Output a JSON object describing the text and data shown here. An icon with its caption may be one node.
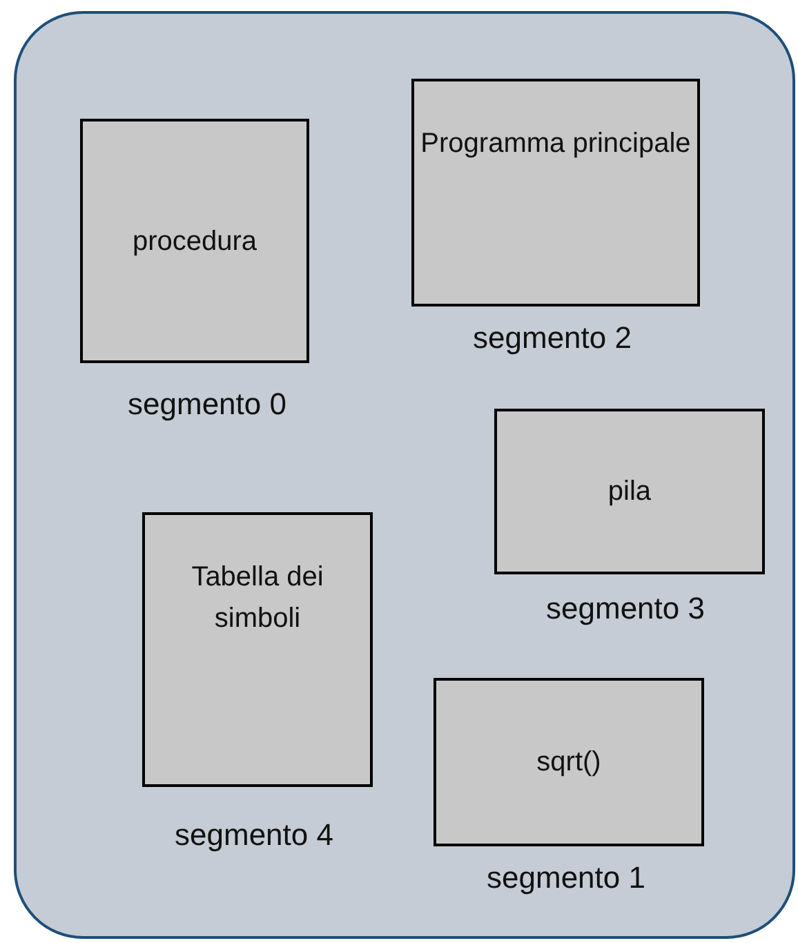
{
  "diagram": {
    "nodes": [
      {
        "text": [],
        "shape": "box"
      },
      {
        "text": [
          "Programma principale"
        ],
        "in": 0,
        "beside": [
          "segmento 2"
        ]
      },
      {
        "text": [
          "procedura"
        ],
        "in": 0,
        "beside": [
          "segmento 0"
        ]
      },
      {
        "text": [
          "pila"
        ],
        "in": 0,
        "beside": [
          "segmento 3"
        ]
      },
      {
        "text": [
          "Tabella dei simboli"
        ],
        "in": 0,
        "beside": [
          "segmento 4"
        ]
      },
      {
        "text": [
          "sqrt()"
        ],
        "in": 0,
        "beside": [
          "segmento 1"
        ]
      }
    ]
  }
}
